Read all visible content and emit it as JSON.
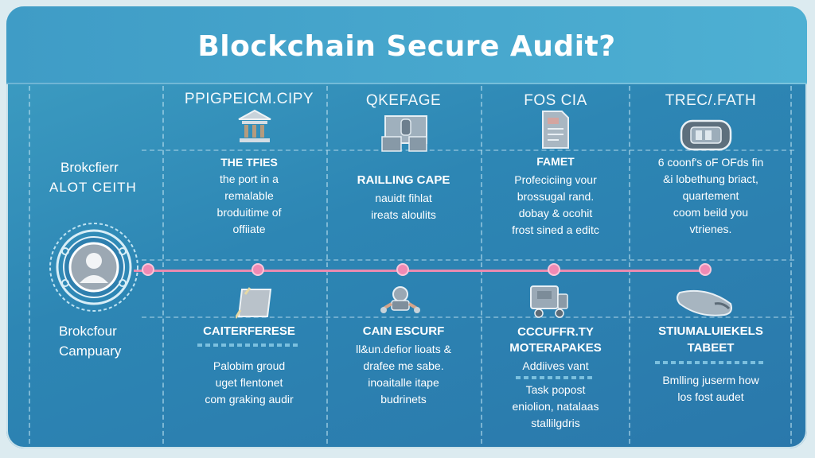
{
  "title": "Blockchain Secure Audit?",
  "left_panel": {
    "top_line1": "Brokcfierr",
    "top_line2": "ALOT CEITH",
    "bottom_line1": "Brokcfour",
    "bottom_line2": "Campuary"
  },
  "columns": [
    {
      "header": "PPIGPEICM.CIPY",
      "icon": "bank-icon",
      "top_subtitle": "THE TFIES",
      "top_text": [
        "the port in a",
        "remalable",
        "broduitime of",
        "offiiate"
      ],
      "bottom_icon": "document-icon",
      "bottom_title": "CAITERFERESE",
      "bottom_text": [
        "Palobim groud",
        "uget flentonet",
        "com graking audir"
      ]
    },
    {
      "header": "QKEFAGE",
      "icon": "server-icon",
      "top_subtitle": "RAILLING CAPE",
      "top_text": [
        "nauidt fihlat",
        "ireats aloulits"
      ],
      "bottom_icon": "robot-icon",
      "bottom_title": "CAIN ESCURF",
      "bottom_text": [
        "ll&un.defior lioats &",
        "drafee me sabe.",
        "inoaitalle itape",
        "budrinets"
      ]
    },
    {
      "header": "FOS CIA",
      "icon": "file-icon",
      "top_subtitle": "FAMET",
      "top_text": [
        "Profeciciing vour",
        "brossugal rand.",
        "dobay & ocohit",
        "frost sined a editc"
      ],
      "bottom_icon": "truck-icon",
      "bottom_title": "CCCUFFR.TY",
      "bottom_subtitle2": "MOTERAPAKES",
      "bottom_text": [
        "Addiives vant",
        "Task popost",
        "eniolion, natalaas",
        "stallilgdris"
      ]
    },
    {
      "header": "TREC/.FATH",
      "icon": "device-icon",
      "top_subtitle": "",
      "top_text": [
        "6 coonf's oF OFds fin",
        "&i lobethung briact,",
        "quartement",
        "coom beild you",
        "vtrienes."
      ],
      "bottom_icon": "capsule-icon",
      "bottom_title": "STIUMALUIEKELS",
      "bottom_subtitle2": "TABEET",
      "bottom_text": [
        "Bmlling juserm how",
        "los fost audet"
      ]
    }
  ],
  "colors": {
    "background": "#2d86b4",
    "header": "#4eb0d3",
    "timeline": "#e98bb0",
    "text": "#ffffff"
  }
}
